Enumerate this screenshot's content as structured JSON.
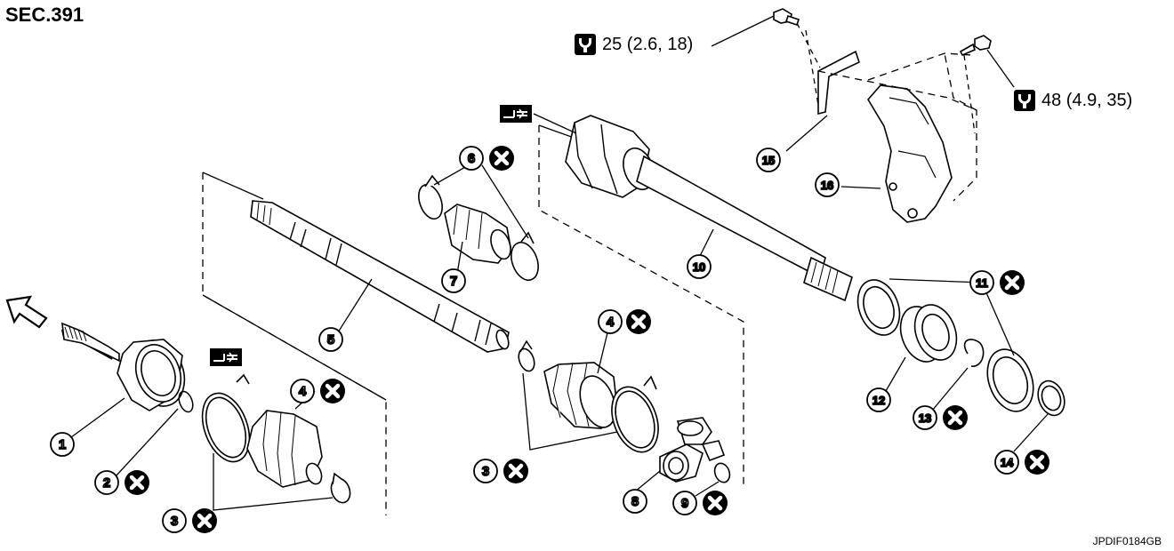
{
  "section": "SEC.391",
  "figure_code": "JPDIF0184GB",
  "torque_specs": [
    {
      "value": "25 (2.6, 18)",
      "icon": "torque-wrench-icon"
    },
    {
      "value": "48 (4.9, 35)",
      "icon": "torque-wrench-icon"
    }
  ],
  "callouts": [
    {
      "num": "1"
    },
    {
      "num": "2"
    },
    {
      "num": "3"
    },
    {
      "num": "4"
    },
    {
      "num": "5"
    },
    {
      "num": "6"
    },
    {
      "num": "7"
    },
    {
      "num": "8"
    },
    {
      "num": "9"
    },
    {
      "num": "10"
    },
    {
      "num": "11"
    },
    {
      "num": "12"
    },
    {
      "num": "13"
    },
    {
      "num": "14"
    },
    {
      "num": "15"
    },
    {
      "num": "16"
    }
  ],
  "legend": {
    "replace_icon": "x-circle-icon",
    "grease_icon": "grease-apply-icon",
    "front_arrow": "front-arrow-icon"
  }
}
